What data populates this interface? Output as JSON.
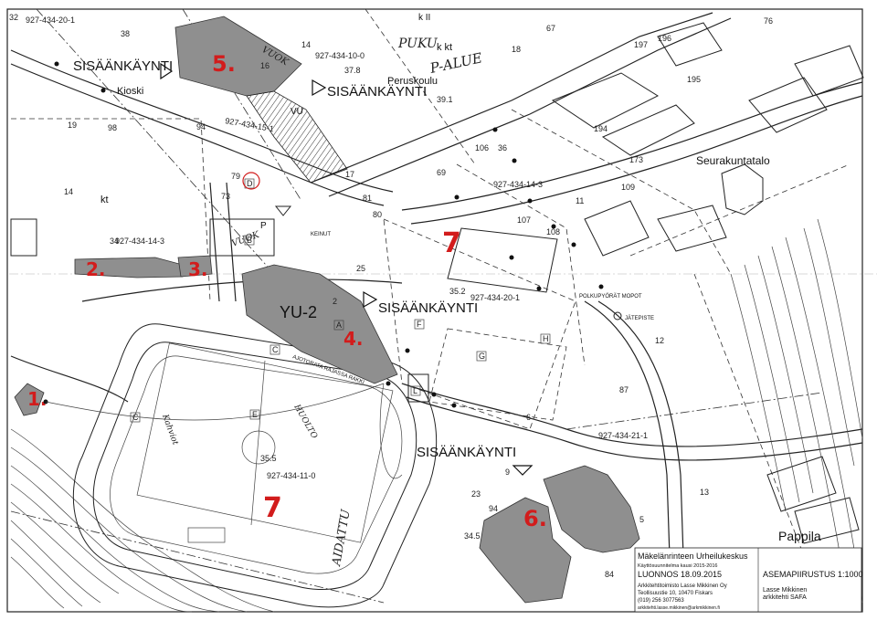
{
  "map": {
    "entrance_labels": [
      "SISÄÄNKÄYNTI",
      "SISÄÄNKÄYNTI",
      "SISÄÄNKÄYNTI",
      "SISÄÄNKÄYNTI"
    ],
    "place_labels": {
      "kioski": "Kioski",
      "peruskoulu": "Peruskoulu",
      "seurakuntatalo": "Seurakuntatalo",
      "pappila": "Pappila",
      "kt_small": "kt",
      "k_kt": "k  kt",
      "k_ii": "k II",
      "pk": "P",
      "vu": "VU",
      "yu2": "YU-2",
      "keinu": "KEINUT",
      "ajoneuvo": "AJOTORATA\nRAJASSA\nRAKKI",
      "polkupyorat": "POLKUPYÖRÄT\nMOPOT",
      "jatepiste": "JÄTEPISTE"
    },
    "parcel_ids": [
      "927-434-20-1",
      "927-434-10-0",
      "927-434-15-1",
      "927-434-14-3",
      "927-434-14-3",
      "927-434-20-1",
      "927-434-21-1",
      "927-434-11-0"
    ],
    "elevations": [
      "37.8",
      "39.1",
      "35.2",
      "35.5",
      "34.5"
    ],
    "plot_numbers": [
      "32",
      "38",
      "14",
      "16",
      "18",
      "67",
      "76",
      "196",
      "197",
      "195",
      "19",
      "98",
      "94",
      "79",
      "73",
      "81",
      "17",
      "106",
      "36",
      "69",
      "194",
      "173",
      "109",
      "11",
      "14",
      "80",
      "107",
      "108",
      "25",
      "34",
      "12",
      "87",
      "6",
      "9",
      "23",
      "94",
      "84",
      "13",
      "5",
      "2"
    ],
    "tract_letters": [
      "A",
      "E",
      "F",
      "H",
      "G",
      "C",
      "C",
      "B",
      "L",
      "D"
    ],
    "handwritten_numbers": [
      "1.",
      "2.",
      "3.",
      "4.",
      "5.",
      "6.",
      "7",
      "7"
    ],
    "handwritten_notes": [
      "PUKU",
      "P-ALUE",
      "VUOK",
      "VUOK",
      "Kahviot",
      "HUOLTO",
      "AIDATTU"
    ],
    "title_block": {
      "project": "Mäkelänrinteen Urheilukeskus",
      "subtitle": "Käyttösuunnitelma kausi 2015-2016",
      "date_line": "LUONNOS 18.09.2015",
      "office": "Arkkitehtitoimisto Lasse Mikkinen Oy",
      "address": "Teollisuustie 10, 10470 Fiskars",
      "phone": "(019) 256 3077563",
      "email": "arkkitehti.lasse.mikkinen@arkmikkinen.fi",
      "sheet": "ASEMAPIIRUSTUS 1:1000",
      "architect": "Lasse Mikkinen",
      "architect_title": "arkkitehti SAFA"
    },
    "colors": {
      "building_fill": "#8f8f8f",
      "annotation_red": "#d21c1c",
      "line": "#222222"
    }
  }
}
